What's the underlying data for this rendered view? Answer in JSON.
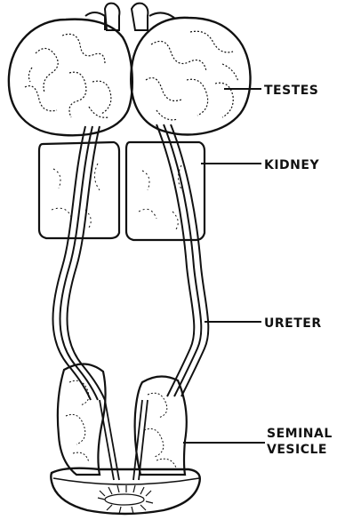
{
  "labels": {
    "testes": "TESTES",
    "kidney": "KIDNEY",
    "ureter": "URETER",
    "seminal_line1": "SEMINAL",
    "seminal_line2": "VESICLE"
  },
  "colors": {
    "ink": "#111111",
    "paper": "#ffffff"
  }
}
